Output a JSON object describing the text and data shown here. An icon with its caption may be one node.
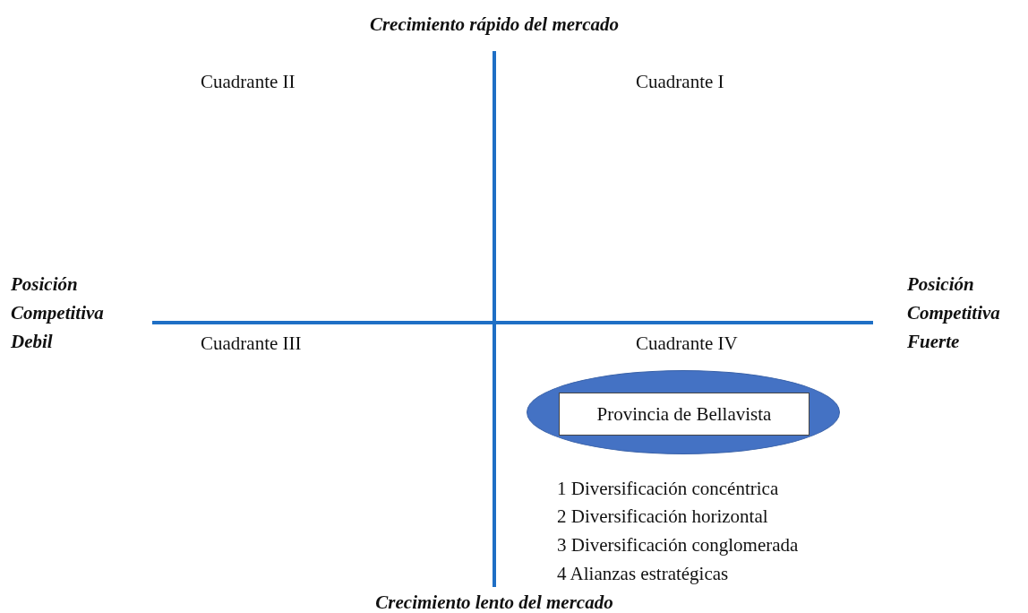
{
  "diagram": {
    "nodes": [
      {
        "text": [],
        "shape": "ellipse"
      },
      {
        "text": [
          "Provincia de Bellavista"
        ],
        "in": 0
      }
    ],
    "edges": [],
    "labels": [
      "Crecimiento rápido del mercado",
      "Cuadrante II",
      "Cuadrante I",
      "Posición Competitiva Debil",
      "Posición Competitiva Fuerte",
      "Cuadrante III",
      "Cuadrante IV",
      "1 Diversificación concéntrica",
      "2 Diversificación horizontal",
      "3 Diversificación conglomerada",
      "4 Alianzas estratégicas",
      "Crecimiento lento del mercado"
    ]
  }
}
